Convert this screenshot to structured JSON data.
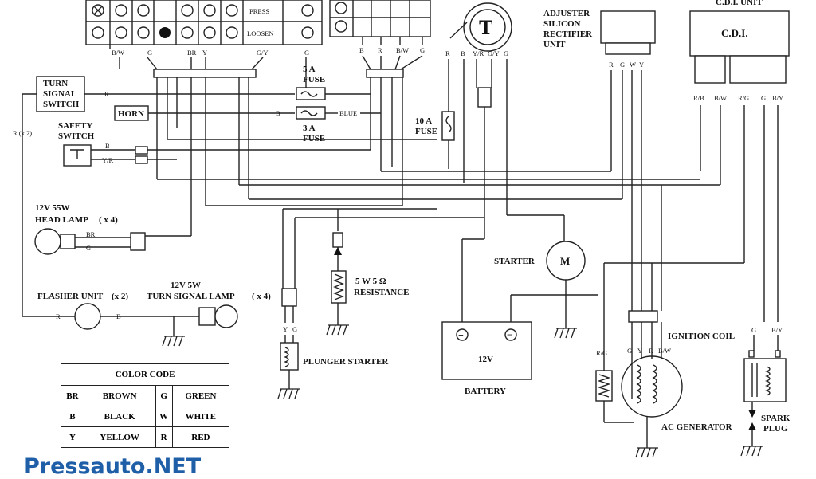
{
  "switch_panel": {
    "press": "PRESS",
    "loosen": "LOOSEN",
    "wires": [
      "B/W",
      "G",
      "BR",
      "Y",
      "G/Y",
      "G"
    ]
  },
  "key_switch": {
    "wires": [
      "B",
      "R",
      "B/W",
      "G"
    ]
  },
  "ignition_top": {
    "wires": [
      "R",
      "B",
      "Y/R",
      "G/Y",
      "G"
    ]
  },
  "rectifier": {
    "label_lines": [
      "ADJUSTER",
      "SILICON",
      "RECTIFIER",
      "UNIT"
    ],
    "wires": [
      "R",
      "G",
      "W",
      "Y"
    ]
  },
  "cdi": {
    "title": "C.D.I. UNIT",
    "label": "C.D.I.",
    "wires": [
      "R/B",
      "B/W",
      "R/G",
      "G",
      "B/Y"
    ]
  },
  "turn_signal_switch": {
    "label_lines": [
      "TURN",
      "SIGNAL",
      "SWITCH"
    ],
    "wire": "R",
    "side_wire": "R (x 2)"
  },
  "horn": {
    "label": "HORN",
    "wire": "B"
  },
  "fuse_5a": {
    "label_lines": [
      "5 A",
      "FUSE"
    ]
  },
  "fuse_3a": {
    "label_lines": [
      "3 A",
      "FUSE"
    ],
    "wire": "BLUE"
  },
  "fuse_10a": {
    "label_lines": [
      "10 A",
      "FUSE"
    ]
  },
  "safety_switch": {
    "label_lines": [
      "SAFETY",
      "SWITCH"
    ],
    "wires": [
      "B",
      "Y/R"
    ]
  },
  "head_lamp": {
    "label_lines": [
      "12V 55W",
      "HEAD LAMP"
    ],
    "count": "( x 4)",
    "wires": [
      "BR",
      "G"
    ]
  },
  "flasher": {
    "label": "FLASHER UNIT",
    "count": "(x 2)",
    "wires": [
      "R",
      "B"
    ]
  },
  "turn_lamp": {
    "label_lines": [
      "12V  5W",
      "TURN SIGNAL LAMP"
    ],
    "count": "( x 4)"
  },
  "resistance": {
    "label_lines": [
      "5 W   5 Ω",
      "RESISTANCE"
    ]
  },
  "plunger": {
    "label": "PLUNGER STARTER",
    "wires": [
      "Y",
      "G"
    ]
  },
  "starter": {
    "label": "STARTER",
    "symbol": "M"
  },
  "battery": {
    "label": "BATTERY",
    "voltage": "12V",
    "plus": "+",
    "minus": "−"
  },
  "ignition_coil": {
    "label": "IGNITION COIL"
  },
  "generator": {
    "label": "AC GENERATOR",
    "wires": [
      "R/G",
      "G",
      "Y",
      "R",
      "B/W"
    ]
  },
  "spark_plug": {
    "label_lines": [
      "SPARK",
      "PLUG"
    ],
    "wires": [
      "G",
      "B/Y"
    ]
  },
  "color_code": {
    "title": "COLOR CODE",
    "rows": [
      [
        "BR",
        "BROWN",
        "G",
        "GREEN"
      ],
      [
        "B",
        "BLACK",
        "W",
        "WHITE"
      ],
      [
        "Y",
        "YELLOW",
        "R",
        "RED"
      ]
    ]
  },
  "watermark": "Pressauto.NET"
}
